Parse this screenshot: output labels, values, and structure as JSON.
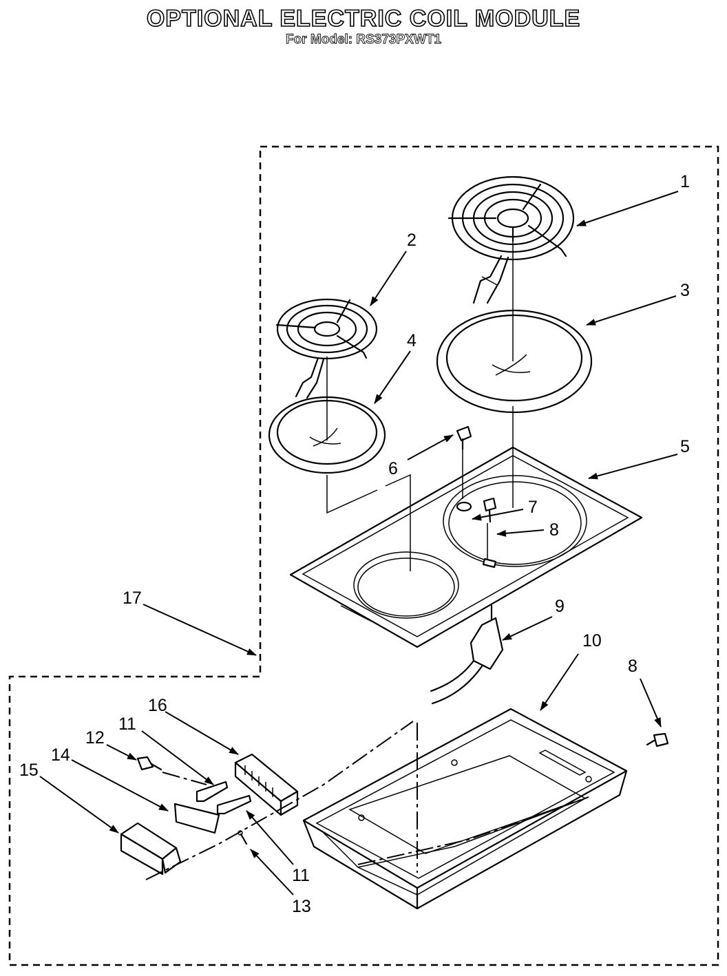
{
  "header": {
    "title": "OPTIONAL ELECTRIC COIL MODULE",
    "subtitle": "For Model: RS373PXWT1"
  },
  "callouts": {
    "c1": "1",
    "c2": "2",
    "c3": "3",
    "c4": "4",
    "c5": "5",
    "c6": "6",
    "c7": "7",
    "c8a": "8",
    "c8b": "8",
    "c9": "9",
    "c10": "10",
    "c11a": "11",
    "c11b": "11",
    "c12": "12",
    "c13": "13",
    "c14": "14",
    "c15": "15",
    "c16": "16",
    "c17": "17"
  }
}
